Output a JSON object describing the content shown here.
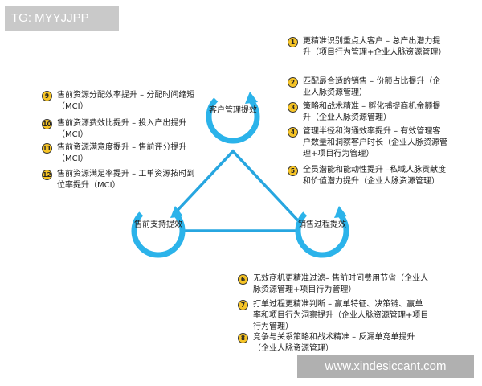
{
  "watermark_top": "TG: MYYJJPP",
  "watermark_bottom": "www.xindesiccant.com",
  "nodes": {
    "top": "客户管理提效",
    "left": "售前支持提效",
    "right": "销售过程提效"
  },
  "groups": {
    "top_right": [
      {
        "num": "1",
        "text": "更精准识别重点大客户 – 总产出潜力提升（项目行为管理+企业人脉资源管理）"
      },
      {
        "num": "2",
        "text": "匹配最合适的销售 – 份额占比提升（企业人脉资源管理）"
      },
      {
        "num": "3",
        "text": "策略和战术精准 – 孵化捕捉商机金额提升（企业人脉资源管理）"
      },
      {
        "num": "4",
        "text": "管理半径和沟通效率提升 – 有效管理客户数量和洞察客户时长（企业人脉资源管理+项目行为管理）"
      },
      {
        "num": "5",
        "text": "全员潜能和能动性提升 –私域人脉贡献度和价值潜力提升（企业人脉资源管理）"
      }
    ],
    "left": [
      {
        "num": "9",
        "text": "售前资源分配效率提升 – 分配时间缩短（MCI）"
      },
      {
        "num": "10",
        "text": "售前资源费效比提升 – 投入产出提升（MCI）"
      },
      {
        "num": "11",
        "text": "售前资源满意度提升 – 售前评分提升（MCI）"
      },
      {
        "num": "12",
        "text": "售前资源满足率提升 – 工单资源按时到位率提升（MCI）"
      }
    ],
    "bottom": [
      {
        "num": "6",
        "text": "无效商机更精准过滤– 售前时间费用节省（企业人脉资源管理+项目行为管理）"
      },
      {
        "num": "7",
        "text": "打单过程更精准判断 – 赢单特征、决策链、赢单率和项目行为洞察提升（企业人脉资源管理+项目行为管理）"
      },
      {
        "num": "8",
        "text": "竞争与关系策略和战术精准 – 反漏单竞单提升（企业人脉资源管理）"
      }
    ]
  },
  "colors": {
    "ring": "#2bb3ea",
    "triangle": "#27a6e0",
    "badge": "#f6c426"
  }
}
